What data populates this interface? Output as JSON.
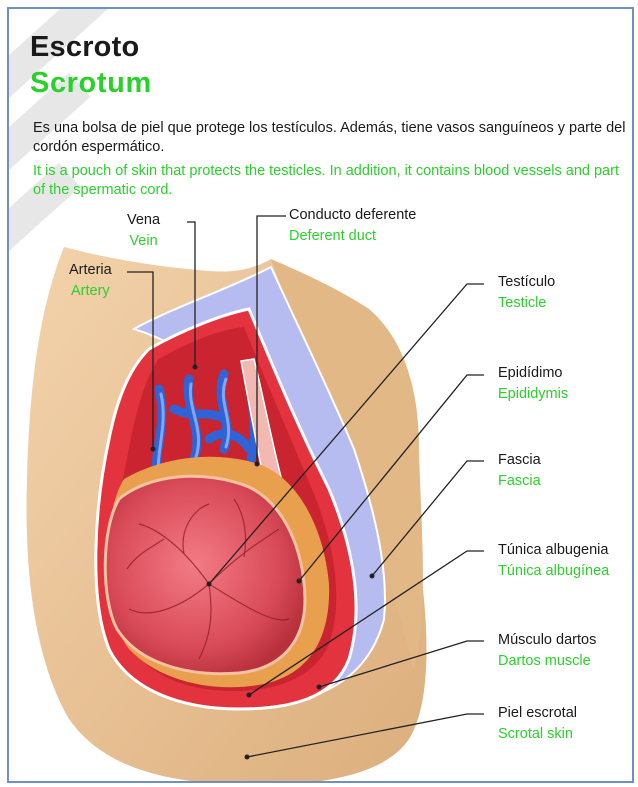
{
  "title": {
    "es": "Escroto",
    "en": "Scrotum"
  },
  "description": {
    "es": "Es una bolsa de piel que protege los testículos. Además, tiene vasos sanguíneos y parte del cordón espermático.",
    "en": "It is a pouch of skin that protects the testicles. In addition, it contains blood vessels and part of the spermatic cord."
  },
  "labels": {
    "vena": {
      "es": "Vena",
      "en": "Vein"
    },
    "arteria": {
      "es": "Arteria",
      "en": "Artery"
    },
    "conducto": {
      "es": "Conducto deferente",
      "en": "Deferent duct"
    },
    "testiculo": {
      "es": "Testículo",
      "en": "Testicle"
    },
    "epididimo": {
      "es": "Epidídimo",
      "en": "Epididymis"
    },
    "fascia": {
      "es": "Fascia",
      "en": "Fascia"
    },
    "tunica": {
      "es": "Túnica albugenia",
      "en": "Túnica albugínea"
    },
    "dartos": {
      "es": "Músculo dartos",
      "en": "Dartos muscle"
    },
    "piel": {
      "es": "Piel escrotal",
      "en": "Scrotal skin"
    }
  },
  "colors": {
    "skin": "#e9c39a",
    "fascia": "#b7bcf0",
    "muscle": "#e2333f",
    "testicle": "#d94a57",
    "vein": "#2f63d6",
    "label_en": "#2ad12a"
  }
}
